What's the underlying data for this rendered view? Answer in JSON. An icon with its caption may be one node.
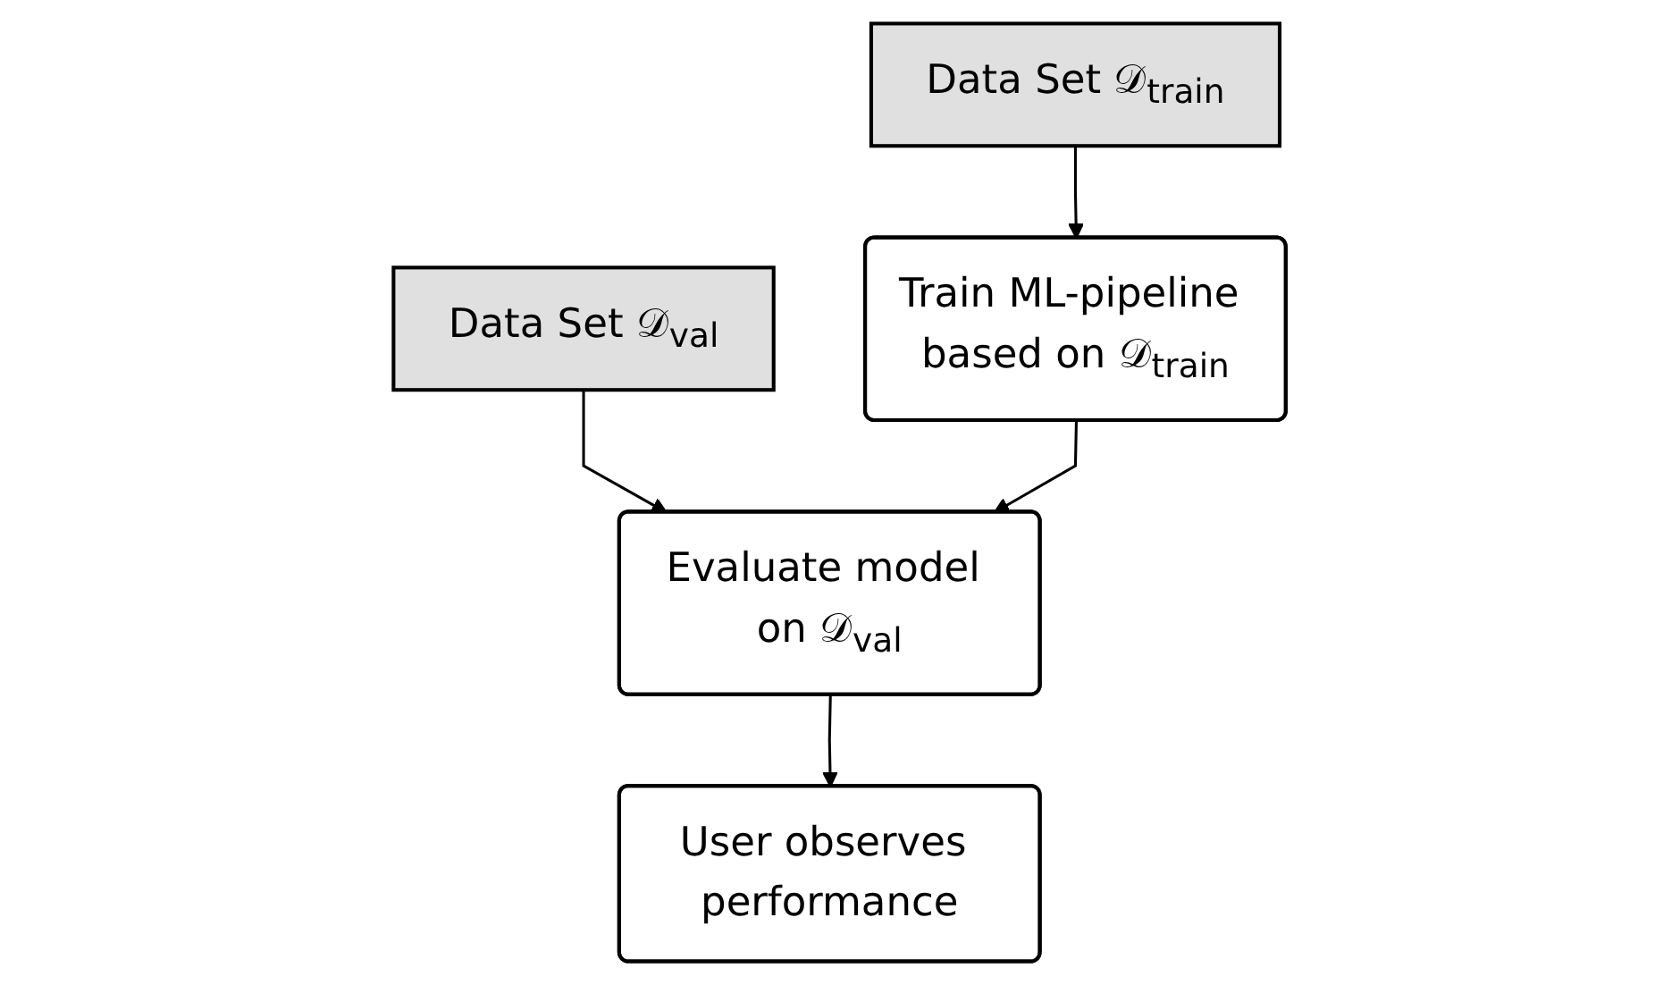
{
  "diagram": {
    "nodes": [
      {
        "text": [
          "Data Set 𝒟$_{train}$"
        ]
      },
      {
        "text": [
          "Data Set 𝒟$_{val}$"
        ]
      },
      {
        "text": [
          "Train ML-pipeline based on 𝒟$_{train}$"
        ]
      },
      {
        "text": [
          "Evaluate model on 𝒟$_{val}$"
        ]
      },
      {
        "text": [
          "User observes performance"
        ]
      }
    ],
    "edges": [
      {
        "from": 0,
        "to": 2,
        "arrow": "to"
      },
      {
        "from": 1,
        "to": 3,
        "arrow": "to"
      },
      {
        "from": 2,
        "to": 3,
        "arrow": "to"
      },
      {
        "from": 3,
        "to": 4,
        "arrow": "to"
      }
    ]
  }
}
